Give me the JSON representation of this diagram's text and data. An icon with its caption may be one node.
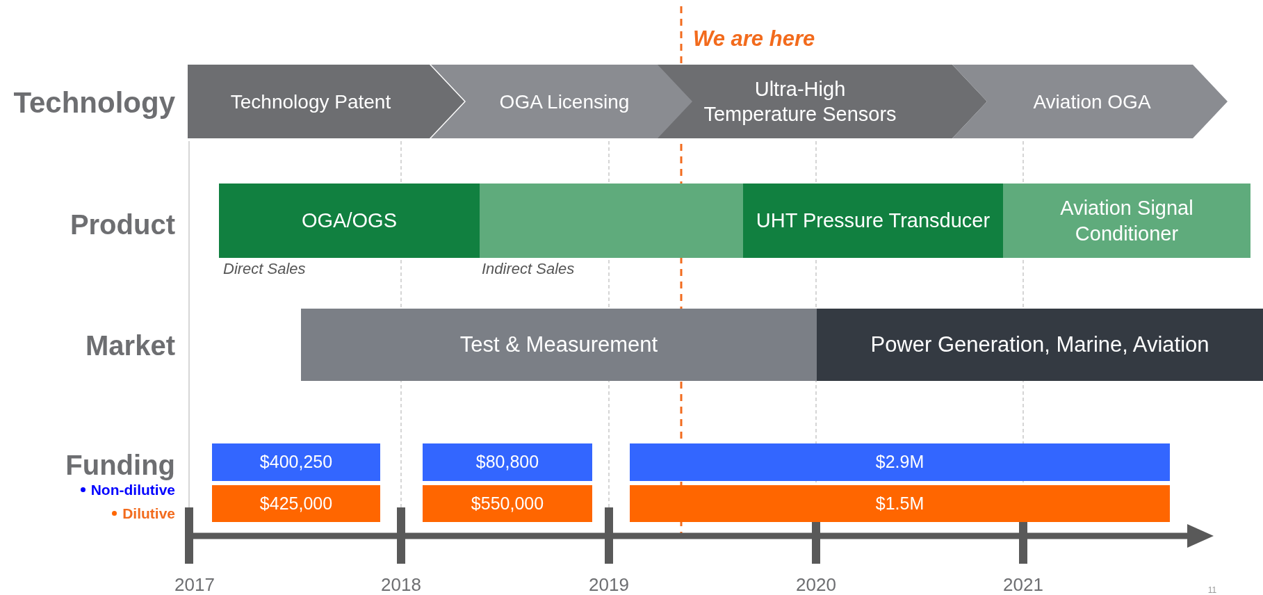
{
  "diagram": {
    "nodes": [
      {
        "text": [
          "Technology Patent"
        ]
      },
      {
        "text": [
          "OGA Licensing"
        ]
      },
      {
        "text": [
          "Ultra-High Temperature Sensors"
        ]
      },
      {
        "text": [
          "Aviation OGA"
        ]
      },
      {
        "text": [
          "OGA/OGS"
        ]
      },
      {
        "text": [],
        "shape": "box"
      },
      {
        "text": [
          "UHT Pressure Transducer"
        ]
      },
      {
        "text": [
          "Aviation Signal Conditioner"
        ]
      },
      {
        "text": [
          "Test & Measurement"
        ]
      },
      {
        "text": [
          "Power Generation, Marine, Aviation"
        ]
      },
      {
        "text": [
          "$400,250"
        ]
      },
      {
        "text": [
          "$425,000"
        ]
      },
      {
        "text": [
          "$80,800"
        ]
      },
      {
        "text": [
          "$550,000"
        ]
      },
      {
        "text": [
          "$2.9M"
        ]
      },
      {
        "text": [
          "$1.5M"
        ]
      }
    ],
    "edges": [],
    "labels": [
      "We are here",
      "Technology",
      "Product",
      "Direct Sales",
      "Indirect Sales",
      "Market",
      "Funding",
      "2017",
      "2018",
      "2019",
      "2020",
      "2021",
      "11"
    ],
    "legend": [
      {
        "text": "Non-dilutive",
        "color": "#0000ff"
      },
      {
        "text": "Dilutive",
        "color": "#ff6600"
      }
    ]
  }
}
